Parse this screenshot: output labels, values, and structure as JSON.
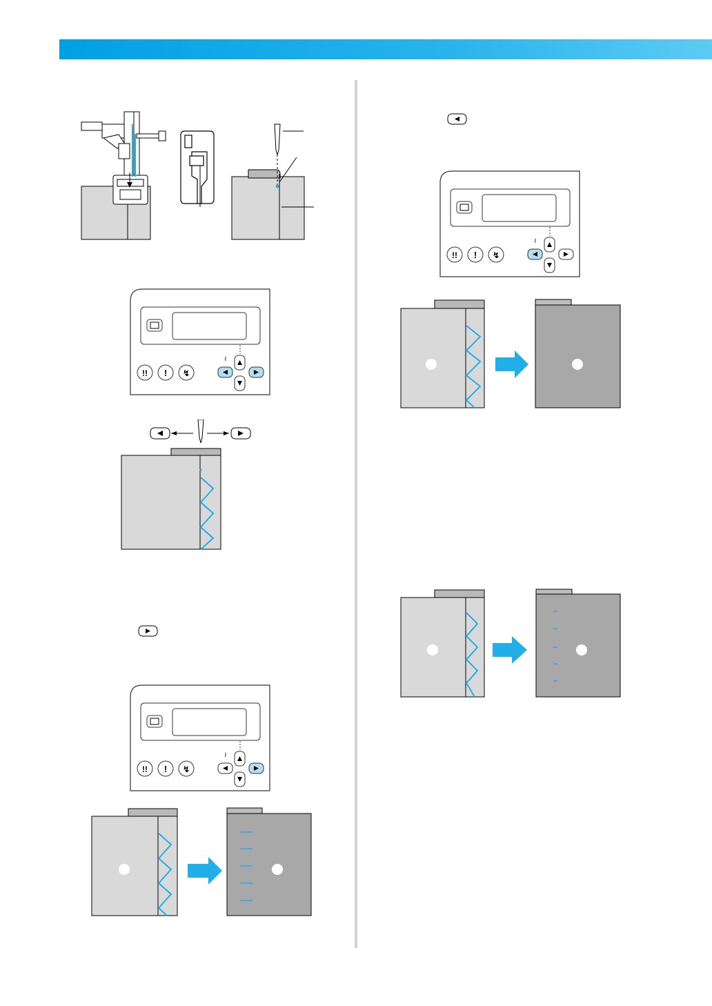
{
  "page": {
    "accent_color": "#00a0e4",
    "stitch_color": "#22aee6",
    "panel_highlight_color": "#b3ddf2",
    "fabric_light_color": "#d9d9d9",
    "fabric_dark_color": "#a8a8a8"
  },
  "icons": {
    "left_button": "left-arrow-button-icon",
    "right_button": "right-arrow-button-icon",
    "up_button": "up-arrow-button-icon",
    "down_button": "down-arrow-button-icon",
    "needle": "needle-icon",
    "arrow": "blue-arrow-icon"
  },
  "panels": [
    {
      "highlight": "left-and-right"
    },
    {
      "highlight": "right"
    },
    {
      "highlight": "left"
    }
  ]
}
